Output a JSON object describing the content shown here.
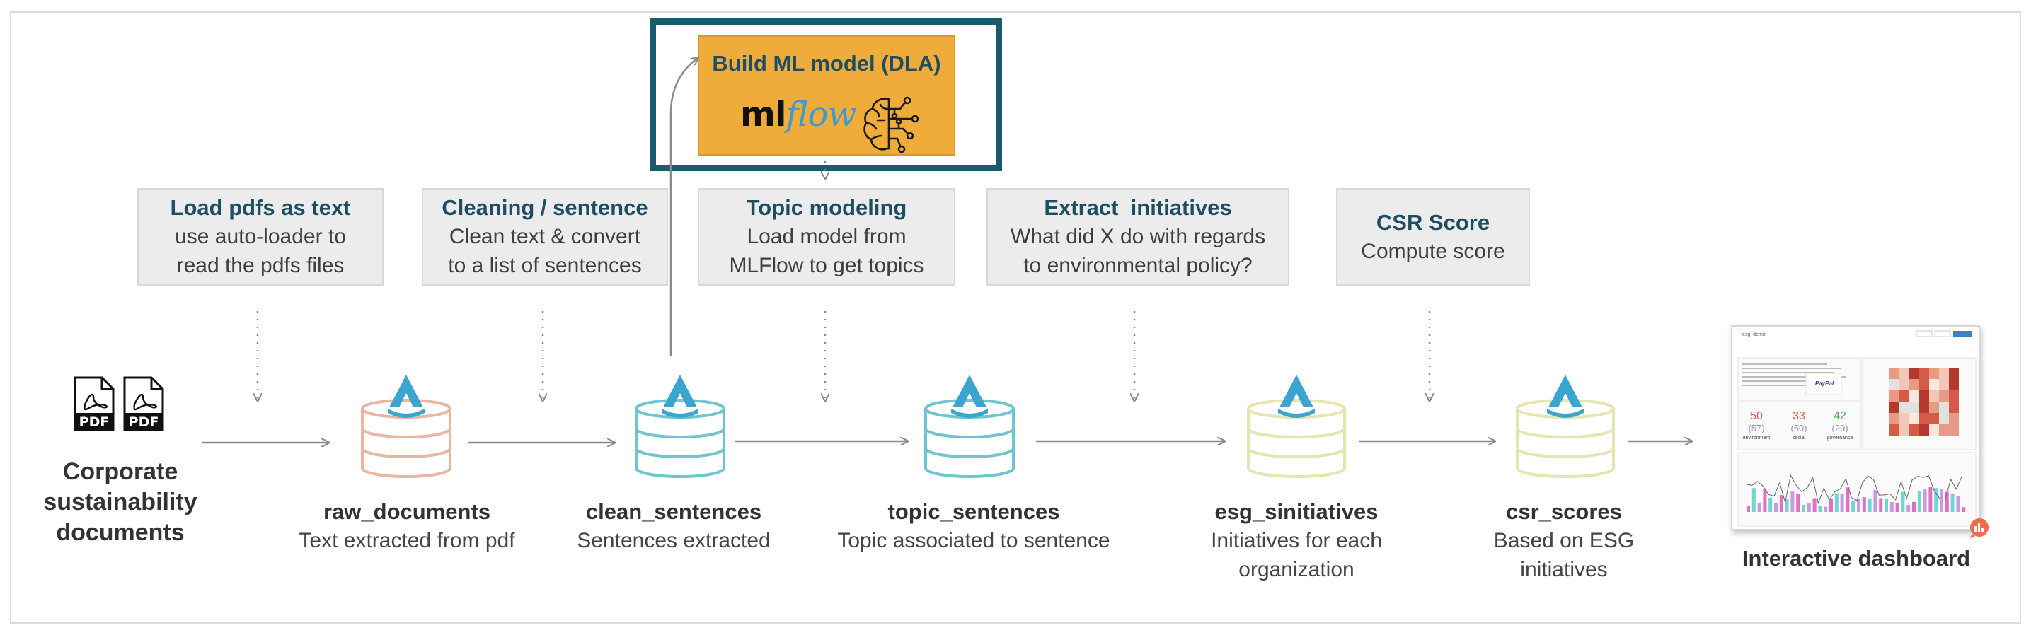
{
  "steps": [
    {
      "title": "Load pdfs as text",
      "desc": [
        "use auto-loader to",
        "read the pdfs files"
      ]
    },
    {
      "title": "Cleaning / sentence",
      "desc": [
        "Clean text & convert",
        "to a list of sentences"
      ]
    },
    {
      "title": "Topic modeling",
      "desc": [
        "Load model from",
        "MLFlow to get topics"
      ]
    },
    {
      "title": "Extract  initiatives",
      "desc": [
        "What did X do with regards",
        "to environmental policy?"
      ]
    },
    {
      "title": "CSR Score",
      "desc": [
        "Compute score"
      ]
    }
  ],
  "ml": {
    "title": "Build ML model (DLA)",
    "logo_ml": "ml",
    "logo_flow": "flow"
  },
  "source": {
    "label": [
      "Corporate",
      "sustainability",
      "documents"
    ],
    "pdf_label": "PDF"
  },
  "tables": [
    {
      "name": "raw_documents",
      "desc": [
        "Text extracted from pdf"
      ],
      "color": "#e8b7a0"
    },
    {
      "name": "clean_sentences",
      "desc": [
        "Sentences extracted"
      ],
      "color": "#6ec5cf"
    },
    {
      "name": "topic_sentences",
      "desc": [
        "Topic associated to sentence"
      ],
      "color": "#6ec5cf"
    },
    {
      "name": "esg_sinitiatives",
      "desc": [
        "Initiatives for each",
        "organization"
      ],
      "color": "#e6e4b0"
    },
    {
      "name": "csr_scores",
      "desc": [
        "Based on ESG",
        "initiatives"
      ],
      "color": "#e6e4b0"
    }
  ],
  "dashboard": {
    "label": "Interactive dashboard",
    "title": "esg_demo",
    "kpis": [
      {
        "value": "50",
        "sub": "(57)",
        "label": "environment",
        "color": "#e05b4b"
      },
      {
        "value": "33",
        "sub": "(50)",
        "label": "social",
        "color": "#e05b4b"
      },
      {
        "value": "42",
        "sub": "(29)",
        "label": "governance",
        "color": "#4caf50"
      }
    ],
    "logo": "PayPal"
  },
  "colors": {
    "accent": "#1f4e63",
    "ml_box": "#f0ac3b",
    "delta": "#3ba4cf",
    "arrow": "#8a8a8a"
  }
}
